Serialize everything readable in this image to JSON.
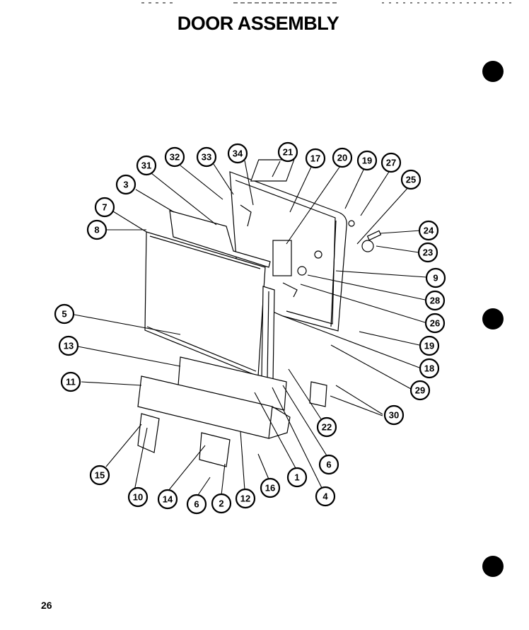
{
  "title": "DOOR ASSEMBLY",
  "page_number": "26",
  "callouts": [
    "34",
    "21",
    "17",
    "20",
    "33",
    "32",
    "31",
    "19",
    "27",
    "25",
    "3",
    "7",
    "8",
    "24",
    "23",
    "9",
    "28",
    "26",
    "5",
    "19",
    "13",
    "18",
    "11",
    "29",
    "30",
    "22",
    "6",
    "15",
    "10",
    "14",
    "6",
    "2",
    "12",
    "16",
    "1",
    "4"
  ]
}
